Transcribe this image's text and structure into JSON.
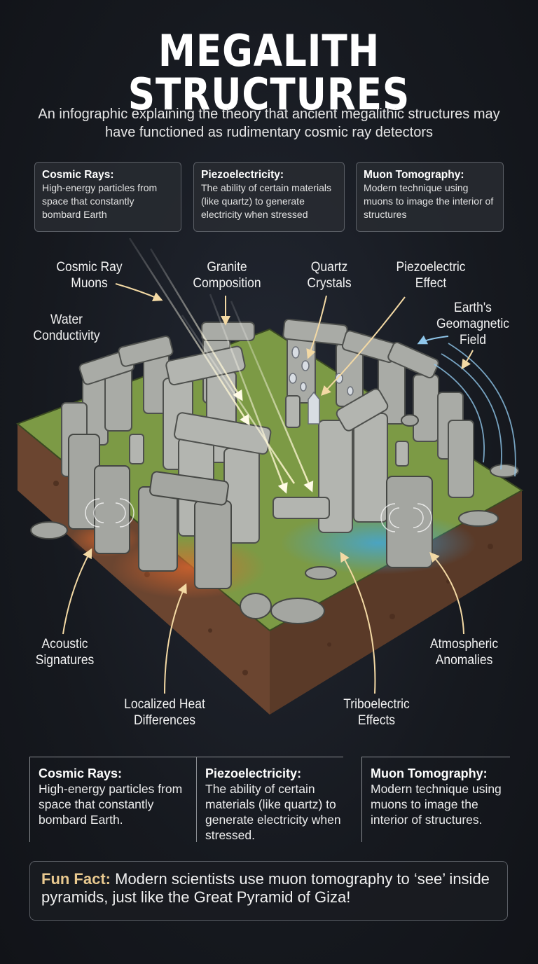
{
  "title": "MEGALITH STRUCTURES",
  "subtitle": "An infographic explaining the theory that ancient megalithic structures may have functioned as rudimentary cosmic ray detectors",
  "top_cards": [
    {
      "heading": "Cosmic Rays:",
      "text": "High-energy particles from space that constantly bombard Earth"
    },
    {
      "heading": "Piezoelectricity:",
      "text": "The ability of certain materials (like quartz) to generate electricity when stressed"
    },
    {
      "heading": "Muon Tomography:",
      "text": "Modern technique using muons to image the interior of structures"
    }
  ],
  "labels": {
    "cosmic_ray_muons": "Cosmic Ray Muons",
    "granite_composition": "Granite Composition",
    "quartz_crystals": "Quartz Crystals",
    "piezoelectric_effect": "Piezoelectric Effect",
    "water_conductivity": "Water Conductivity",
    "geomagnetic_field": "Earth's Geomagnetic Field",
    "acoustic_signatures": "Acoustic Signatures",
    "atmospheric_anomalies": "Atmospheric Anomalies",
    "localized_heat": "Localized Heat Differences",
    "triboelectric_effects": "Triboelectric Effects"
  },
  "bottom_cards": [
    {
      "heading": "Cosmic Rays:",
      "text": "High-energy particles from space that constantly bombard Earth."
    },
    {
      "heading": "Piezoelectricity:",
      "text": "The ability of certain materials (like quartz) to generate electricity when stressed."
    },
    {
      "heading": "Muon Tomography:",
      "text": "Modern technique using muons to image the interior of structures."
    }
  ],
  "fun_fact": {
    "label": "Fun Fact:",
    "text": "Modern scientists use muon tomography to ‘see’ inside pyramids, just like the Great Pyramid of Giza!"
  },
  "colors": {
    "background": "#16191f",
    "grass": "#7c9a45",
    "soil": "#6b4530",
    "stone": "#a9aba6",
    "callout": "#f3d9a4",
    "water_glow": "#3fa6e0",
    "heat_glow": "#e0682d",
    "fun_fact_accent": "#e9c98f"
  }
}
